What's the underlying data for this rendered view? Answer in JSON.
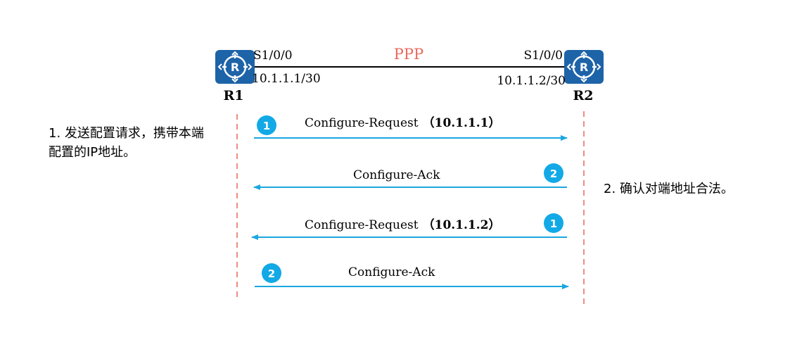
{
  "colors": {
    "router_fill": "#1d63a8",
    "link_line": "#000000",
    "ppp_label": "#e86a5c",
    "lifeline": "#e8675a",
    "arrow": "#1aa7e0",
    "step_badge": "#12a9e6",
    "text": "#000000"
  },
  "routers": {
    "r1": {
      "label": "R1",
      "iface": "S1/0/0",
      "ip": "10.1.1.1/30",
      "icon": "router-icon"
    },
    "r2": {
      "label": "R2",
      "iface": "S1/0/0",
      "ip": "10.1.1.2/30",
      "icon": "router-icon"
    }
  },
  "link": {
    "label": "PPP"
  },
  "messages": [
    {
      "text": "Configure-Request",
      "ip": "（10.1.1.1）",
      "from": "R1",
      "to": "R2",
      "step": "1"
    },
    {
      "text": "Configure-Ack",
      "ip": "",
      "from": "R2",
      "to": "R1",
      "step": "2"
    },
    {
      "text": "Configure-Request",
      "ip": "（10.1.1.2）",
      "from": "R2",
      "to": "R1",
      "step": "1"
    },
    {
      "text": "Configure-Ack",
      "ip": "",
      "from": "R1",
      "to": "R2",
      "step": "2"
    }
  ],
  "notes": {
    "left": [
      "1. 发送配置请求，携带本端",
      "配置的IP地址。"
    ],
    "right": [
      "2. 确认对端地址合法。"
    ]
  }
}
